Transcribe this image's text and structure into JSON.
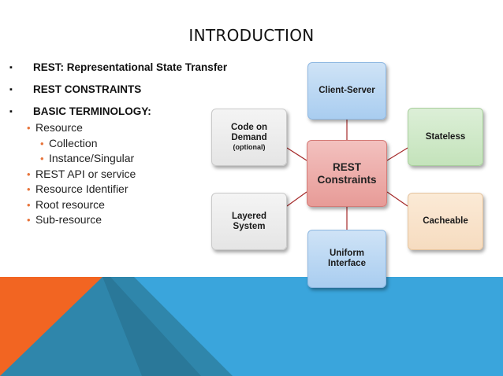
{
  "slide": {
    "title": "INTRODUCTION",
    "bullets": [
      {
        "text": "REST: Representational State Transfer"
      },
      {
        "text": "REST CONSTRAINTS"
      },
      {
        "text": "BASIC TERMINOLOGY:"
      }
    ],
    "sub_bullets": [
      {
        "text": "Resource",
        "children": [
          "Collection",
          "Instance/Singular"
        ]
      },
      {
        "text": "REST API or service"
      },
      {
        "text": "Resource Identifier"
      },
      {
        "text": "Root resource"
      },
      {
        "text": "Sub-resource"
      }
    ],
    "colors": {
      "accent_orange": "#f06a24",
      "accent_blue": "#3a9fd6",
      "accent_teal": "#2f7ea0",
      "bullet_orange": "#e8743b"
    }
  },
  "diagram": {
    "center": {
      "line1": "REST",
      "line2": "Constraints"
    },
    "nodes": {
      "client_server": "Client-Server",
      "stateless": "Stateless",
      "cacheable": "Cacheable",
      "uniform_line1": "Uniform",
      "uniform_line2": "Interface",
      "layered_line1": "Layered",
      "layered_line2": "System",
      "code_line1": "Code on",
      "code_line2": "Demand",
      "code_note": "(optional)"
    }
  }
}
